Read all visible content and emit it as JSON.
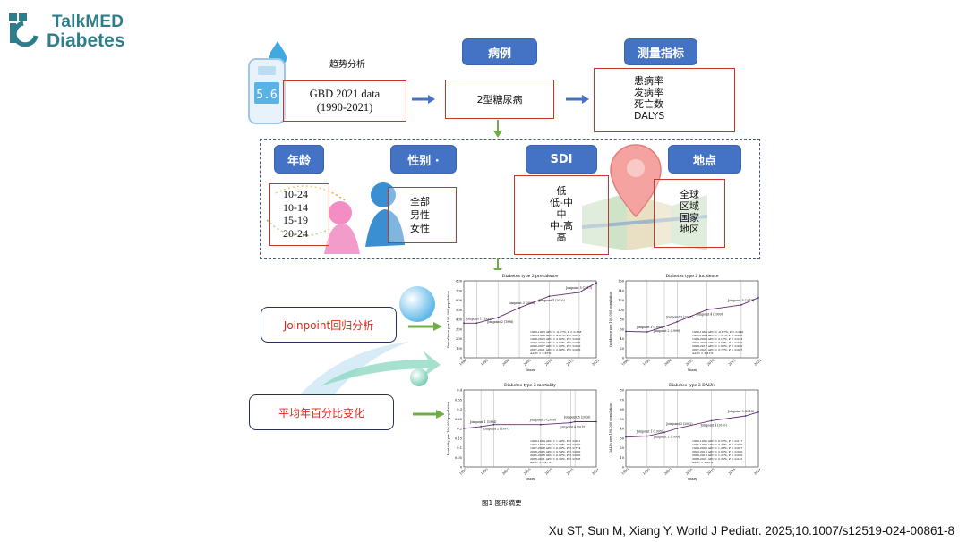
{
  "brand": {
    "line1": "TalkMED",
    "line2": "Diabetes"
  },
  "flow": {
    "trend_label": "趋势分析",
    "source_label": "GBD 2021 data\n(1990-2021)",
    "meter_reading": "5.6",
    "cases_header": "病例",
    "cases_value": "2型糖尿病",
    "metrics_header": "测量指标",
    "metrics": [
      "患病率",
      "发病率",
      "死亡数",
      "DALYS"
    ]
  },
  "strata": {
    "age_header": "年龄",
    "age_items": [
      "10-24",
      "10-14",
      "15-19",
      "20-24"
    ],
    "sex_header": "性别 ·",
    "sex_items": [
      "全部",
      "男性",
      "女性"
    ],
    "sdi_header": "SDI",
    "sdi_items": [
      "低",
      "低-中",
      "中",
      "中-高",
      "高"
    ],
    "location_header": "地点",
    "location_items": [
      "全球",
      "区域",
      "国家",
      "地区"
    ]
  },
  "methods": {
    "joinpoint": "Joinpoint回归分析",
    "aapc": "平均年百分比变化"
  },
  "figure_caption": "图1 图形摘要",
  "citation": "Xu ST, Sun M, Xiang Y. World J Pediatr. 2025;10.1007/s12519-024-00861-8",
  "colors": {
    "accent_blue": "#4472c4",
    "frame_red": "#c0392b",
    "arrow_blue": "#4472c4",
    "arrow_green": "#70ad47",
    "brand_teal": "#2d7e8a"
  },
  "chart_data": [
    {
      "type": "line",
      "title": "Diabetes type 2 prevalence",
      "xlabel": "Years",
      "ylabel": "Prevalence per 100,000 population",
      "ylim": [
        0,
        800
      ],
      "yticks": [
        0,
        100,
        200,
        300,
        400,
        500,
        600,
        700,
        800
      ],
      "xticks": [
        "1990",
        "1995",
        "2000",
        "2005",
        "2010",
        "2015",
        "2021"
      ],
      "x": [
        1990,
        1993,
        1998,
        2003,
        2010,
        2017,
        2021
      ],
      "y": [
        360,
        360,
        420,
        520,
        640,
        680,
        780
      ],
      "joinpoints": [
        "Joinpoint 1 (1993)",
        "Joinpoint 2 (1998)",
        "Joinpoint 3 (2003)",
        "Joinpoint 4 (2010)",
        "Joinpoint 5 (2017)"
      ],
      "apc_text": [
        "1990-1993 APC = -0.27%, P = 0.358",
        "1993-1998 APC = 4.07%, P = 0.031",
        "1998-2003 APC = 2.95%, P = 0.000",
        "2003-2010 APC = 4.07%, P = 0.000",
        "2010-2017 APC = 1.22%, P = 0.000",
        "2017-2021 APC = 2.98%, P = 0.000",
        "AAPC = 2.35%"
      ]
    },
    {
      "type": "line",
      "title": "Diabetes type 2 incidence",
      "xlabel": "Years",
      "ylabel": "Incidence per 100,000 population",
      "ylim": [
        0,
        160
      ],
      "yticks": [
        0,
        20,
        40,
        60,
        80,
        100,
        120,
        140,
        160
      ],
      "xticks": [
        "1990",
        "1995",
        "2000",
        "2005",
        "2010",
        "2015",
        "2021"
      ],
      "x": [
        1990,
        1995,
        1999,
        2002,
        2009,
        2017,
        2021
      ],
      "y": [
        55,
        54,
        65,
        75,
        100,
        110,
        125
      ],
      "joinpoints": [
        "Joinpoint 1 (1995)",
        "Joinpoint 2 (1999)",
        "Joinpoint 3 (2002)",
        "Joinpoint 4 (2009)",
        "Joinpoint 5 (2017)"
      ],
      "apc_text": [
        "1990-1995 APC = -0.87%, P = 0.040",
        "1995-1999 APC = 7.57%, P = 0.000",
        "1999-2002 APC = 3.17%, P = 0.023",
        "2002-2009 APC = 3.54%, P = 0.000",
        "2009-2017 APC = 1.05%, P = 0.000",
        "2017-2021 APC = 3.77%, P = 0.007",
        "AAPC = 2.61%"
      ]
    },
    {
      "type": "line",
      "title": "Diabetes type 2 mortality",
      "xlabel": "Years",
      "ylabel": "Mortality per 100,000 population",
      "ylim": [
        0,
        0.4
      ],
      "yticks": [
        0,
        0.05,
        0.1,
        0.15,
        0.2,
        0.25,
        0.3,
        0.35,
        0.4
      ],
      "xticks": [
        "1990",
        "1995",
        "2000",
        "2005",
        "2010",
        "2015",
        "2021"
      ],
      "x": [
        1990,
        1994,
        1997,
        2008,
        2015,
        2016,
        2021
      ],
      "y": [
        0.2,
        0.21,
        0.22,
        0.22,
        0.23,
        0.235,
        0.235
      ],
      "joinpoints": [
        "Joinpoint 1 (1994)",
        "Joinpoint 2 (1997)",
        "Joinpoint 3 (2008)",
        "Joinpoint 4 (2015)",
        "Joinpoint 5 (2016)"
      ],
      "apc_text": [
        "1990-1994 APC = 1.40%, P = 0.001",
        "1994-1997 APC = 0.34%, P = 0.000",
        "1997-2008 APC = 0.02%, P = 0.774",
        "2008-2015 APC = 0.54%, P = 0.000",
        "2015-2016 APC = 0.97%, P = 0.000",
        "2016-2021 APC = 0.36%, P = 0.596",
        "AAPC = 0.47%"
      ]
    },
    {
      "type": "line",
      "title": "Diabetes type 2 DALYs",
      "xlabel": "Years",
      "ylabel": "DALYs per 100,000 population",
      "ylim": [
        0,
        80
      ],
      "yticks": [
        0,
        10,
        20,
        30,
        40,
        50,
        60,
        70,
        80
      ],
      "xticks": [
        "1990",
        "1995",
        "2000",
        "2005",
        "2010",
        "2015",
        "2021"
      ],
      "x": [
        1990,
        1995,
        1999,
        2002,
        2010,
        2018,
        2021
      ],
      "y": [
        31,
        32,
        36,
        40,
        48,
        53,
        57
      ],
      "joinpoints": [
        "Joinpoint 1 (1995)",
        "Joinpoint 2 (1999)",
        "Joinpoint 3 (2002)",
        "Joinpoint 4 (2010)",
        "Joinpoint 5 (2018)"
      ],
      "apc_text": [
        "1990-1995 APC = 0.57%, P = 0.017",
        "1995-1999 APC = 3.46%, P = 0.000",
        "1999-2002 APC = 1.38%, P = 0.067",
        "2002-2010 APC = 2.05%, P = 0.000",
        "2010-2018 APC = 1.21%, P = 0.000",
        "2018-2021 APC = 2.35%, P = 0.045",
        "AAPC = 2.03%"
      ]
    }
  ]
}
